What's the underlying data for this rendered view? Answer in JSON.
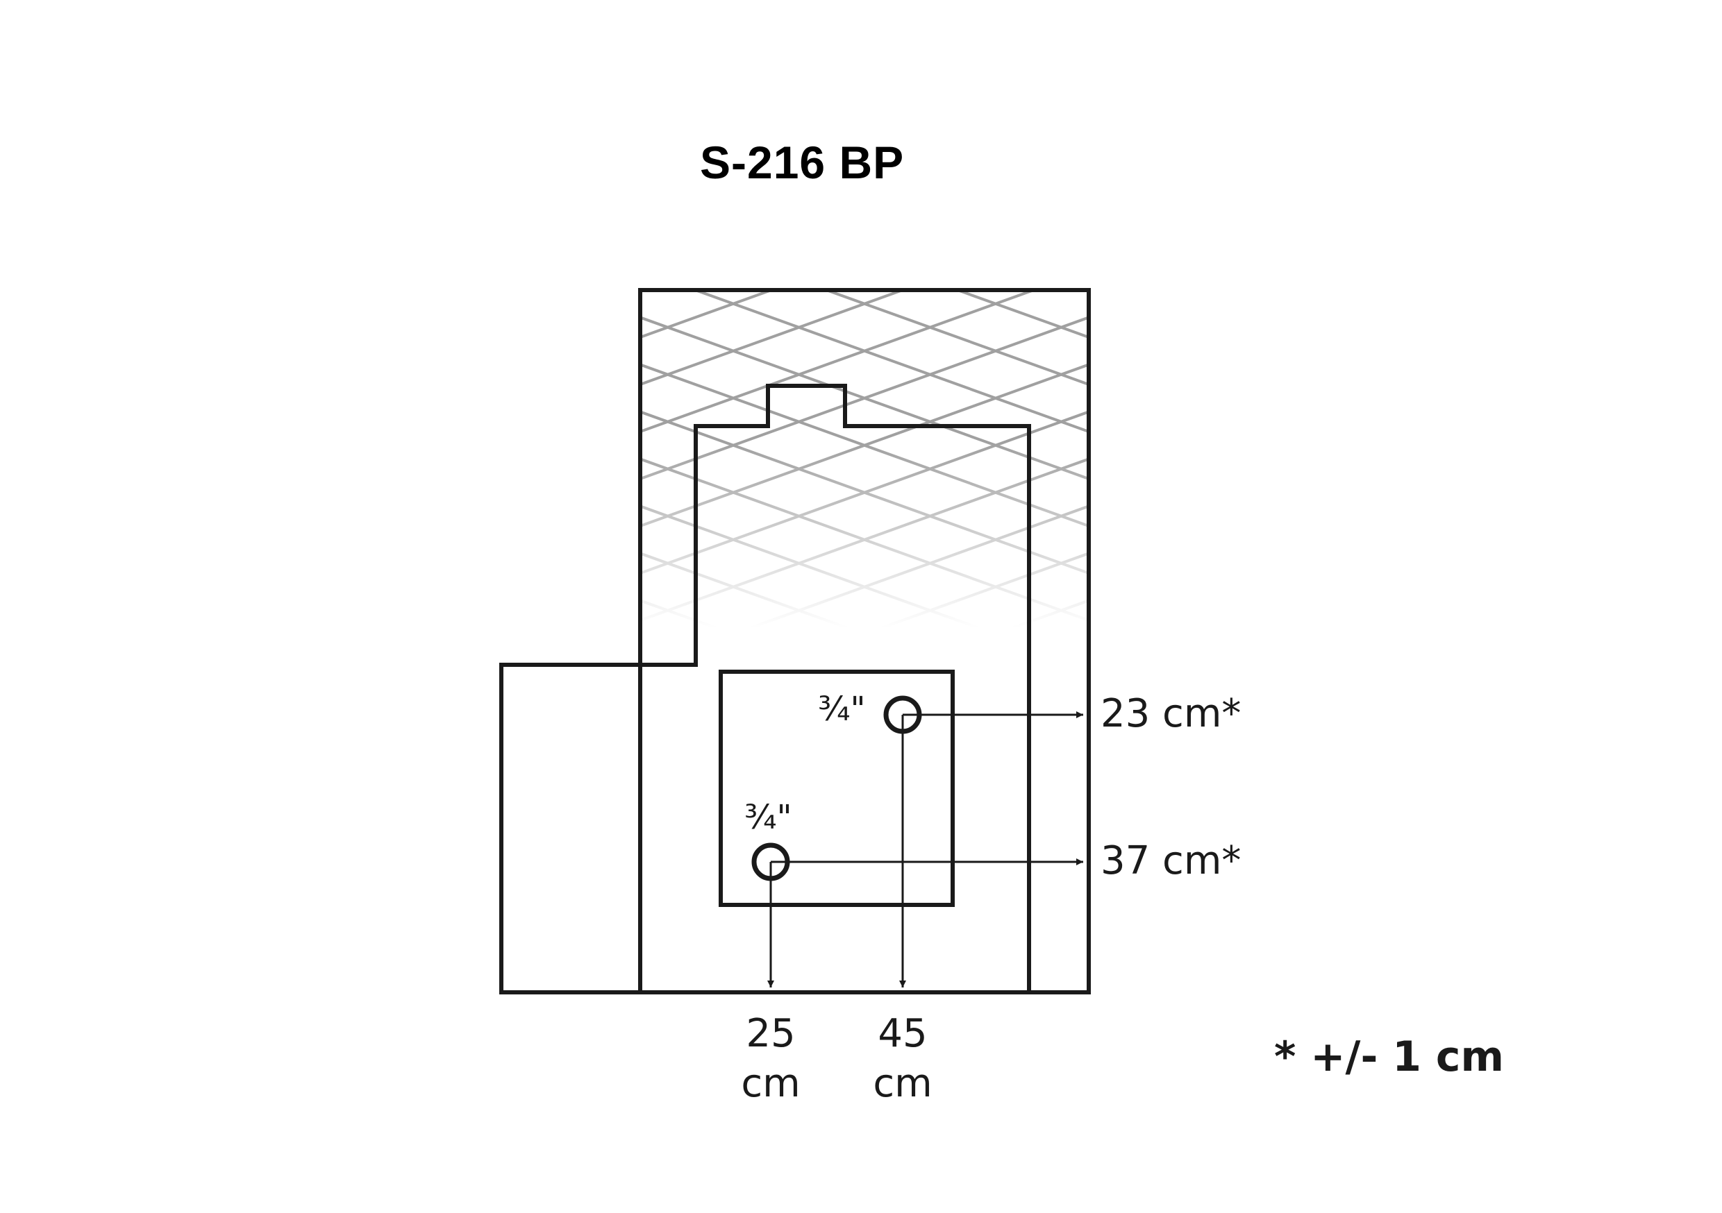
{
  "title": "S-216 BP",
  "pipes": [
    {
      "label": "¾\"",
      "right_distance": "23 cm*",
      "bottom_value": "45",
      "bottom_unit": "cm"
    },
    {
      "label": "¾\"",
      "right_distance": "37 cm*",
      "bottom_value": "25",
      "bottom_unit": "cm"
    }
  ],
  "tolerance_note": "* +/- 1 cm",
  "colors": {
    "outline": "#1a1a1a",
    "hatch": "#a0a0a0"
  }
}
